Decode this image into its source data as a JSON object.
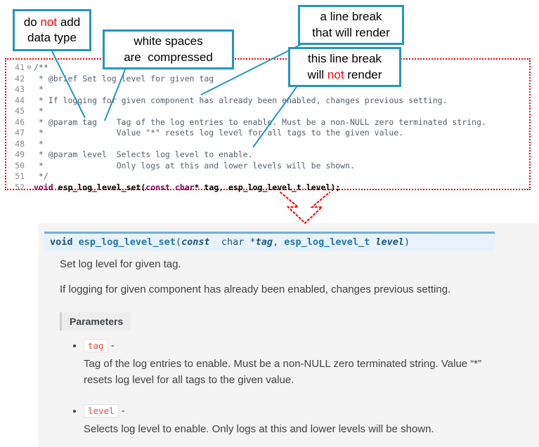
{
  "colors": {
    "accent": "#2596be",
    "warn-red": "#ff0000",
    "comment": "#556070",
    "keyword": "#7f0055",
    "linenum": "#8c8c8c",
    "doc-bg": "#f4f4f4",
    "sig-bg": "#e7f2fa",
    "sig-border": "#6ab0de",
    "chip-red": "#e74c3c",
    "text": "#404040"
  },
  "callouts": [
    {
      "name": "do-not-add-data-type",
      "lines": [
        [
          {
            "t": "do "
          },
          {
            "t": "not",
            "red": true
          },
          {
            "t": " add"
          }
        ],
        [
          {
            "t": "data type"
          }
        ]
      ]
    },
    {
      "name": "white-spaces-compressed",
      "lines": [
        [
          {
            "t": "white spaces"
          }
        ],
        [
          {
            "t": "are  compressed"
          }
        ]
      ]
    },
    {
      "name": "line-break-that-renders",
      "lines": [
        [
          {
            "t": "a line break"
          }
        ],
        [
          {
            "t": "that will render"
          }
        ]
      ]
    },
    {
      "name": "line-break-not-rendered",
      "lines": [
        [
          {
            "t": "this line break"
          }
        ],
        [
          {
            "t": "will "
          },
          {
            "t": "not",
            "red": true
          },
          {
            "t": " render"
          }
        ]
      ]
    }
  ],
  "code": {
    "lines": [
      {
        "num": "41",
        "fold": "⊖",
        "segments": [
          {
            "t": "/**",
            "cls": "cmt"
          }
        ]
      },
      {
        "num": "42",
        "fold": "",
        "segments": [
          {
            "t": " * @brief Set log level for given tag",
            "cls": "cmt"
          }
        ]
      },
      {
        "num": "43",
        "fold": "",
        "segments": [
          {
            "t": " *",
            "cls": "cmt"
          }
        ]
      },
      {
        "num": "44",
        "fold": "",
        "segments": [
          {
            "t": " * If logging for given component has already been enabled, changes previous setting.",
            "cls": "cmt"
          }
        ]
      },
      {
        "num": "45",
        "fold": "",
        "segments": [
          {
            "t": " *",
            "cls": "cmt"
          }
        ]
      },
      {
        "num": "46",
        "fold": "",
        "segments": [
          {
            "t": " * @param tag    Tag of the log entries to enable. Must be a non-NULL zero terminated string.",
            "cls": "cmt"
          }
        ]
      },
      {
        "num": "47",
        "fold": "",
        "segments": [
          {
            "t": " *               Value \"*\" resets log level for all tags to the given value.",
            "cls": "cmt"
          }
        ]
      },
      {
        "num": "48",
        "fold": "",
        "segments": [
          {
            "t": " *",
            "cls": "cmt"
          }
        ]
      },
      {
        "num": "49",
        "fold": "",
        "segments": [
          {
            "t": " * @param level  Selects log level to enable.",
            "cls": "cmt"
          }
        ]
      },
      {
        "num": "50",
        "fold": "",
        "segments": [
          {
            "t": " *               Only logs at this and lower levels will be shown.",
            "cls": "cmt"
          }
        ]
      },
      {
        "num": "51",
        "fold": "",
        "segments": [
          {
            "t": " */",
            "cls": "cmt"
          }
        ]
      },
      {
        "num": "52",
        "fold": "",
        "segments": [
          {
            "t": "void",
            "cls": "kw"
          },
          {
            "t": " ",
            "cls": "pln"
          },
          {
            "t": "esp_log_level_set",
            "cls": "fn"
          },
          {
            "t": "(",
            "cls": "pln"
          },
          {
            "t": "const",
            "cls": "kw"
          },
          {
            "t": " ",
            "cls": "pln"
          },
          {
            "t": "char",
            "cls": "kw"
          },
          {
            "t": "* tag, esp_log_level_t level);",
            "cls": "pln"
          }
        ]
      }
    ]
  },
  "doc": {
    "signature": [
      {
        "t": "void",
        "cls": "s-kw"
      },
      {
        "t": " ",
        "cls": ""
      },
      {
        "t": "esp_log_level_set",
        "cls": "s-name"
      },
      {
        "t": "(",
        "cls": ""
      },
      {
        "t": "const",
        "cls": "s-kwi"
      },
      {
        "t": "  char *",
        "cls": ""
      },
      {
        "t": "tag",
        "cls": "s-param"
      },
      {
        "t": ", ",
        "cls": ""
      },
      {
        "t": "esp_log_level_t",
        "cls": "s-type"
      },
      {
        "t": " ",
        "cls": ""
      },
      {
        "t": "level",
        "cls": "s-param"
      },
      {
        "t": ")",
        "cls": ""
      }
    ],
    "brief": "Set log level for given tag.",
    "details": "If logging for given component has already been enabled, changes previous setting.",
    "parameters_label": "Parameters",
    "params": [
      {
        "name": "tag",
        "sep": "-",
        "desc": "Tag of the log entries to enable. Must be a non-NULL zero terminated string. Value “*” resets log level for all tags to the given value."
      },
      {
        "name": "level",
        "sep": "-",
        "desc": "Selects log level to enable. Only logs at this and lower levels will be shown."
      }
    ]
  }
}
